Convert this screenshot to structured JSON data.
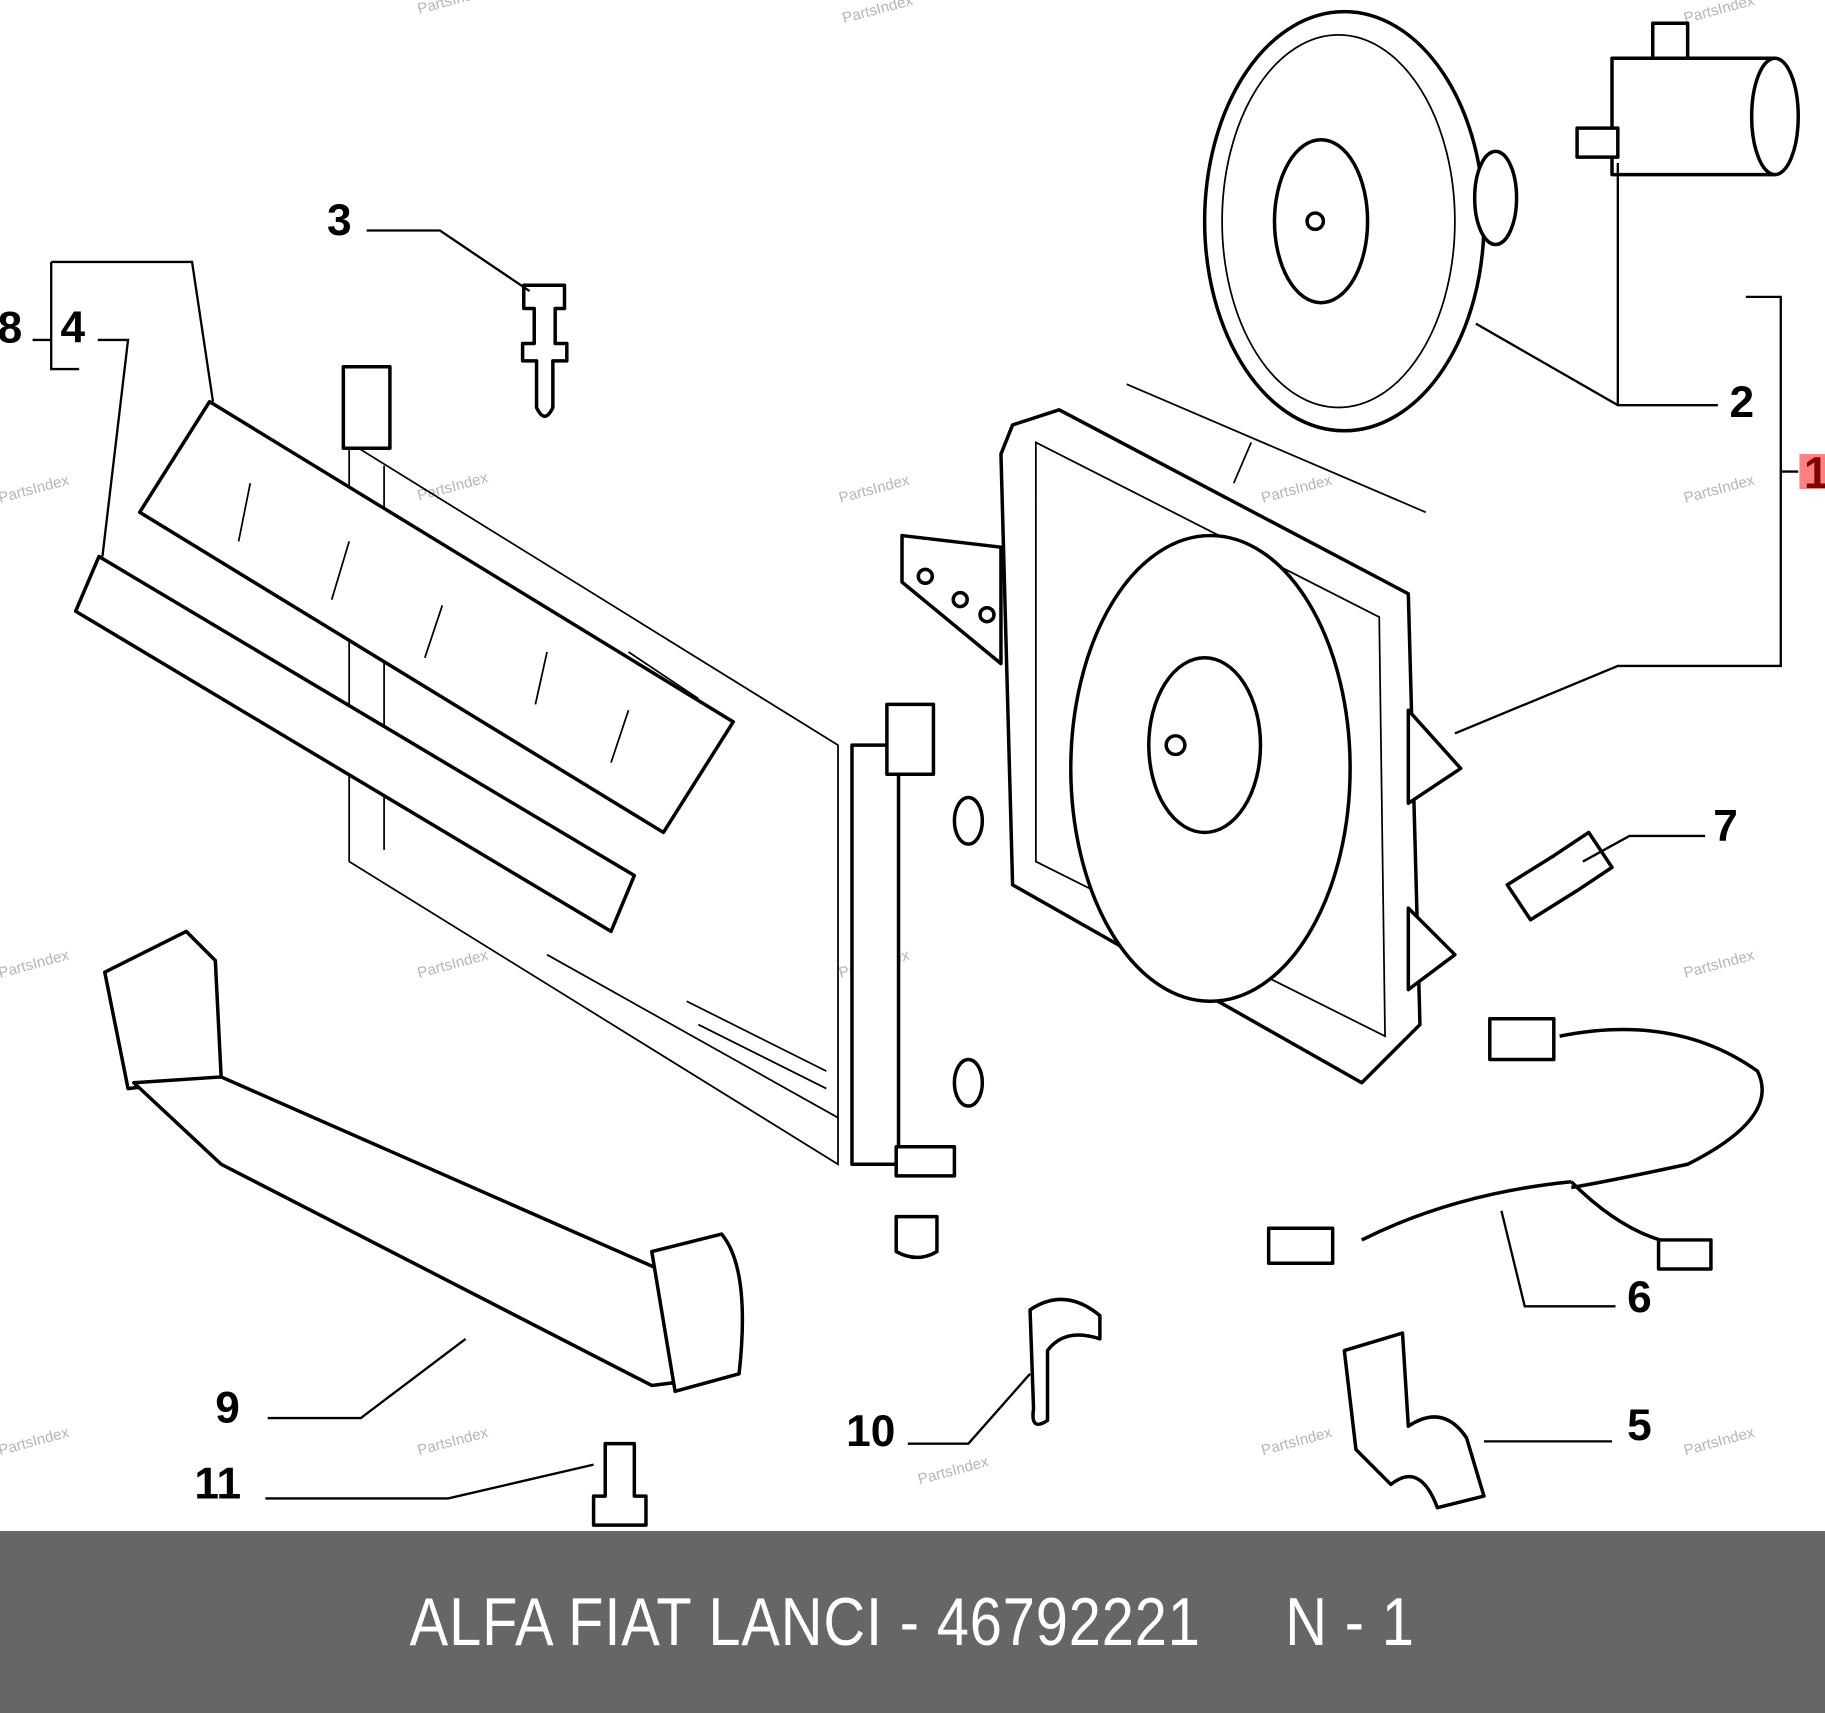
{
  "watermark": "PartsIndex",
  "callouts": {
    "c1": "1",
    "c2": "2",
    "c3": "3",
    "c4": "4",
    "c5": "5",
    "c6": "6",
    "c7": "7",
    "c8": "8",
    "c9": "9",
    "c10": "10",
    "c11": "11"
  },
  "highlight_color": "#ff8080",
  "footer": {
    "text": "ALFA FIAT LANCI - 46792221     N - 1"
  }
}
